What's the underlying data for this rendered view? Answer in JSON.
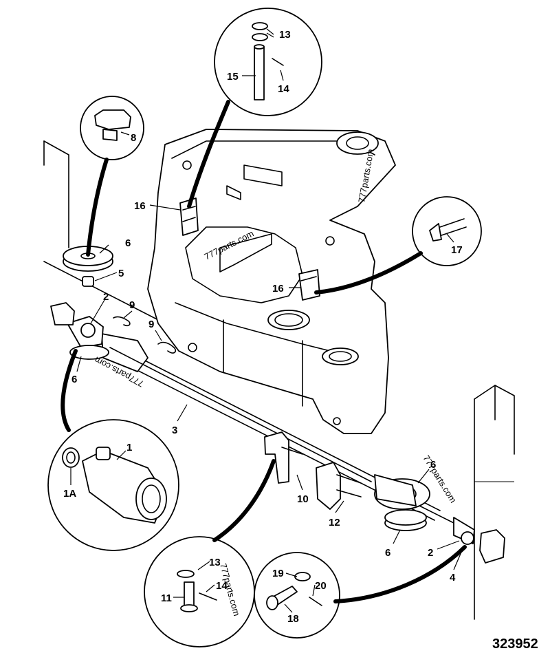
{
  "drawing": {
    "reference_number": "323952",
    "watermarks": [
      "777parts.com",
      "777parts.com",
      "777parts.com",
      "777parts.com",
      "777parts.com"
    ]
  },
  "callouts": [
    {
      "id": "c1",
      "text": "1"
    },
    {
      "id": "c1A",
      "text": "1A"
    },
    {
      "id": "c2a",
      "text": "2"
    },
    {
      "id": "c2b",
      "text": "2"
    },
    {
      "id": "c3",
      "text": "3"
    },
    {
      "id": "c4",
      "text": "4"
    },
    {
      "id": "c5",
      "text": "5"
    },
    {
      "id": "c6a",
      "text": "6"
    },
    {
      "id": "c6b",
      "text": "6"
    },
    {
      "id": "c6c",
      "text": "6"
    },
    {
      "id": "c6d",
      "text": "6"
    },
    {
      "id": "c8",
      "text": "8"
    },
    {
      "id": "c9a",
      "text": "9"
    },
    {
      "id": "c9b",
      "text": "9"
    },
    {
      "id": "c10",
      "text": "10"
    },
    {
      "id": "c11",
      "text": "11"
    },
    {
      "id": "c12",
      "text": "12"
    },
    {
      "id": "c13a",
      "text": "13"
    },
    {
      "id": "c13b",
      "text": "13"
    },
    {
      "id": "c14a",
      "text": "14"
    },
    {
      "id": "c14b",
      "text": "14"
    },
    {
      "id": "c15",
      "text": "15"
    },
    {
      "id": "c16a",
      "text": "16"
    },
    {
      "id": "c16b",
      "text": "16"
    },
    {
      "id": "c17",
      "text": "17"
    },
    {
      "id": "c18",
      "text": "18"
    },
    {
      "id": "c19",
      "text": "19"
    },
    {
      "id": "c20",
      "text": "20"
    }
  ]
}
